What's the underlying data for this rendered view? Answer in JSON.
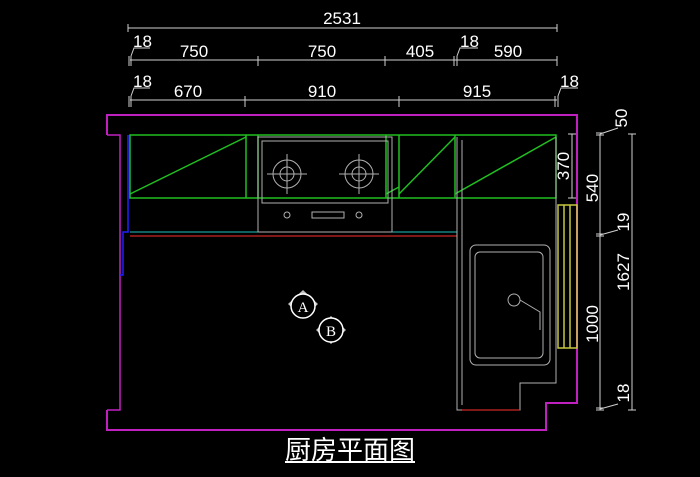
{
  "title": "厨房平面图",
  "colors": {
    "wall": "#c020c0",
    "cabinet": "#20c020",
    "dimension": "#d0d0d0",
    "window": "#c8c840",
    "inner": "#2020ff"
  },
  "dimensions": {
    "top_total": "2531",
    "row1": [
      "18",
      "750",
      "750",
      "405",
      "18",
      "590"
    ],
    "row2": [
      "18",
      "670",
      "910",
      "915",
      "18"
    ],
    "right_inner": [
      "370",
      "540",
      "1000"
    ],
    "right_outer": [
      "50",
      "19",
      "1627",
      "18"
    ]
  },
  "markers": [
    "A",
    "B"
  ]
}
